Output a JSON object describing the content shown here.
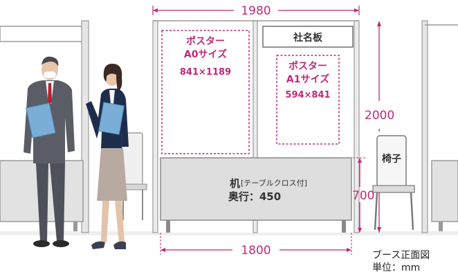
{
  "dimensions": {
    "booth_width": "1980",
    "table_width": "1800",
    "booth_height": "2000",
    "table_height": "700"
  },
  "poster_a0": {
    "line1": "ポスター",
    "line2": "A0サイズ",
    "size": "841×1189"
  },
  "poster_a1": {
    "line1": "ポスター",
    "line2": "A1サイズ",
    "size": "594×841"
  },
  "nameplate": "社名板",
  "table": {
    "name": "机",
    "note": "[テーブルクロス付]",
    "depth": "奥行：450"
  },
  "chair": "椅子",
  "caption": {
    "title": "ブース正面図",
    "unit": "単位：mm"
  },
  "colors": {
    "accent": "#c0297a",
    "panel_border": "#9a9a9a",
    "table_fill": "#dedede"
  }
}
